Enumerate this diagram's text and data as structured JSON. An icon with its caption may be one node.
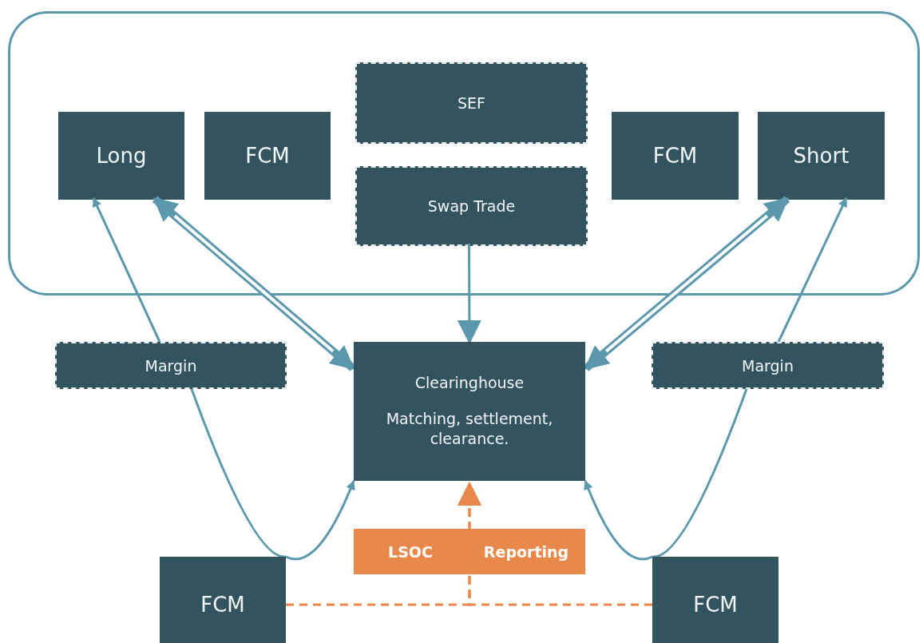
{
  "diagram": {
    "nodes": [
      {
        "text": [],
        "shape": "box"
      },
      {
        "text": [
          "Long"
        ],
        "in": 0
      },
      {
        "text": [
          "FCM"
        ],
        "in": 0
      },
      {
        "text": [
          "SEF"
        ],
        "in": 0
      },
      {
        "text": [
          "Swap Trade"
        ],
        "in": 0
      },
      {
        "text": [
          "FCM"
        ],
        "in": 0
      },
      {
        "text": [
          "Short"
        ],
        "in": 0
      },
      {
        "text": [
          "Margin"
        ]
      },
      {
        "text": [
          "Clearinghouse",
          "Matching, settlement, clearance."
        ]
      },
      {
        "text": [
          "Margin"
        ]
      },
      {
        "text": [
          "LSOC"
        ]
      },
      {
        "text": [
          "Reporting"
        ]
      },
      {
        "text": [
          "FCM"
        ]
      },
      {
        "text": [
          "FCM"
        ]
      }
    ],
    "edges": [
      {
        "from": 12,
        "to": 7,
        "arrow": "none"
      },
      {
        "from": 7,
        "to": 1,
        "arrow": "to"
      },
      {
        "from": 12,
        "to": 8,
        "arrow": "to"
      },
      {
        "from": 1,
        "to": 8,
        "arrow": "both",
        "style": "thick"
      },
      {
        "from": 4,
        "to": 8,
        "arrow": "to"
      },
      {
        "from": 6,
        "to": 8,
        "arrow": "both",
        "style": "thick"
      },
      {
        "from": 13,
        "to": 9,
        "arrow": "none"
      },
      {
        "from": 9,
        "to": 6,
        "arrow": "to"
      },
      {
        "from": 13,
        "to": 8,
        "arrow": "to"
      },
      {
        "from": 12,
        "to": 8,
        "arrow": "to",
        "style": "dashed",
        "color": "#e8884a"
      },
      {
        "from": 13,
        "to": 8,
        "arrow": "to",
        "style": "dashed",
        "color": "#e8884a"
      }
    ]
  }
}
